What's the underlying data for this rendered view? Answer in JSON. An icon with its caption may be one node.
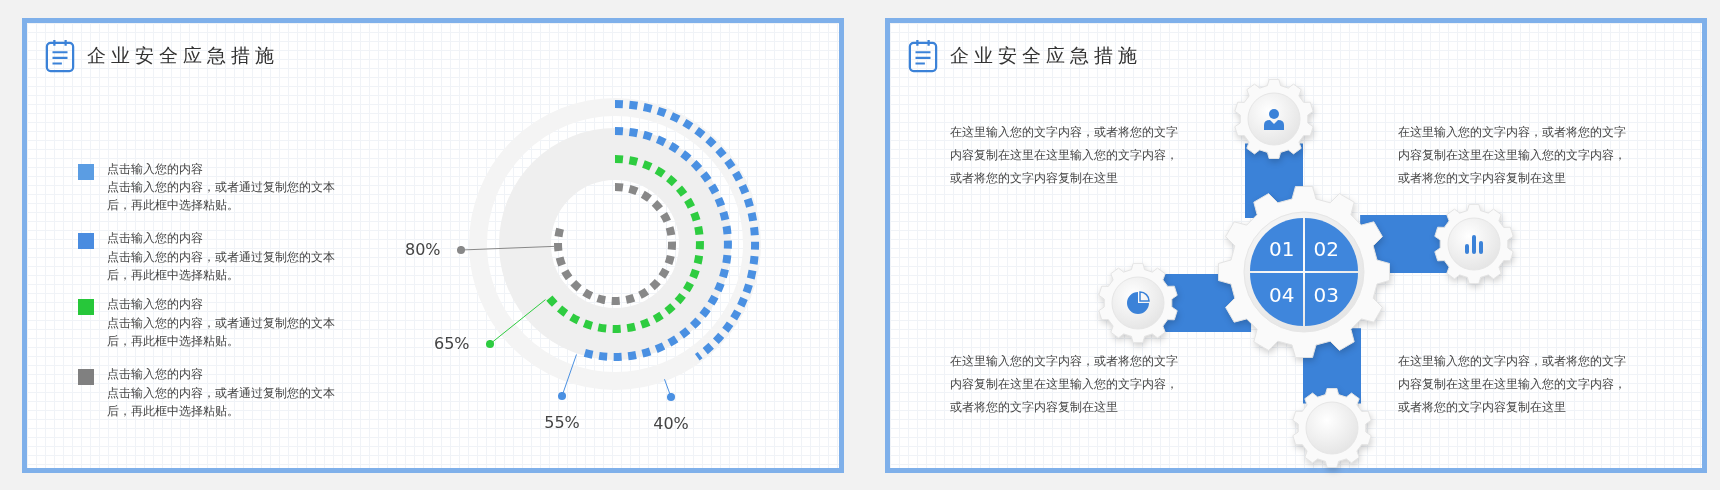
{
  "diagram": {
    "nodes": [
      {
        "text": [
          "企业安全应急措施"
        ]
      },
      {
        "text": [
          "80%"
        ],
        "in": 0
      },
      {
        "text": [
          "65%"
        ],
        "in": 0
      },
      {
        "text": [
          "55%"
        ],
        "in": 0
      },
      {
        "text": [
          "40%"
        ],
        "in": 0
      },
      {
        "text": [],
        "shape": "ring",
        "in": 0
      },
      {
        "text": [],
        "shape": "ring",
        "in": 5
      },
      {
        "text": [],
        "shape": "ring",
        "in": 6
      },
      {
        "text": [],
        "shape": "ring",
        "in": 7
      },
      {
        "text": [
          "企业安全应急措施"
        ]
      },
      {
        "text": [],
        "shape": "gear",
        "in": 9
      },
      {
        "text": [],
        "shape": "gear",
        "in": 9
      },
      {
        "text": [
          "01"
        ],
        "in": 11
      },
      {
        "text": [
          "02"
        ],
        "in": 11
      },
      {
        "text": [
          "04"
        ],
        "in": 11
      },
      {
        "text": [
          "03"
        ],
        "in": 11
      },
      {
        "text": [],
        "shape": "gear",
        "in": 9
      },
      {
        "text": [],
        "shape": "gear",
        "in": 9
      },
      {
        "text": [],
        "shape": "gear",
        "in": 9
      }
    ],
    "edges": [
      {
        "from": 1,
        "to": 8,
        "arrow": "other",
        "color": "#888888"
      },
      {
        "from": 2,
        "to": 7,
        "arrow": "other",
        "color": "#2ecc40"
      },
      {
        "from": 3,
        "to": 6,
        "arrow": "other",
        "color": "#4a90e2"
      },
      {
        "from": 4,
        "to": 5,
        "arrow": "other",
        "color": "#4a90e2"
      },
      {
        "from": 11,
        "to": 10,
        "arrow": "none",
        "style": "thick",
        "color": "#3b82d8"
      },
      {
        "from": 11,
        "to": 16,
        "arrow": "none",
        "style": "thick",
        "color": "#3b82d8"
      },
      {
        "from": 11,
        "to": 17,
        "arrow": "none",
        "style": "thick",
        "color": "#3b82d8"
      },
      {
        "from": 11,
        "to": 18,
        "arrow": "none",
        "style": "thick",
        "color": "#3b82d8"
      }
    ],
    "labels": [
      "点击输入您的内容，或者通过复制您的文本后，再此框中选择粘贴。",
      "点击输入您的内容，或者通过复制您的文本后，再此框中选择粘贴。",
      "点击输入您的内容，或者通过复制您的文本后，再此框中选择粘贴。",
      "点击输入您的内容，或者通过复制您的文本后，再此框中选择粘贴。",
      "在这里输入您的文字内容，或者将您的文字内容复制在这里在这里输入您的文字内容，或者将您的文字内容复制在这里",
      "在这里输入您的文字内容，或者将您的文字内容复制在这里在这里输入您的文字内容，或者将您的文字内容复制在这里",
      "在这里输入您的文字内容，或者将您的文字内容复制在这里在这里输入您的文字内容，或者将您的文字内容复制在这里",
      "在这里输入您的文字内容，或者将您的文字内容复制在这里在这里输入您的文字内容，或者将您的文字内容复制在这里"
    ],
    "legend": [
      {
        "text": "点击输入您的内容",
        "color": "#5b9de3"
      },
      {
        "text": "点击输入您的内容",
        "color": "#4a8ce0"
      },
      {
        "text": "点击输入您的内容",
        "color": "#27c73a"
      },
      {
        "text": "点击输入您的内容",
        "color": "#808080"
      }
    ]
  }
}
